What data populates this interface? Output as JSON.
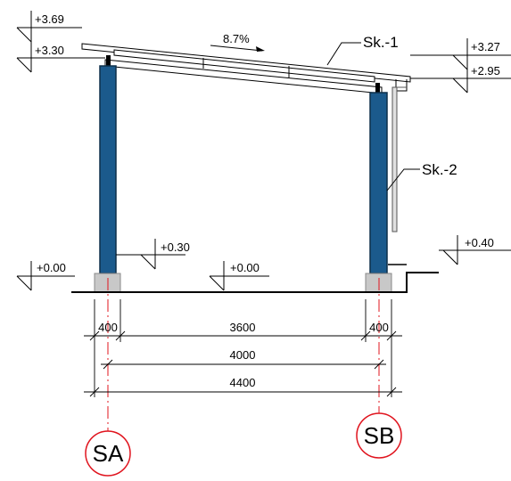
{
  "elevations": {
    "top_left": "+3.69",
    "beam_left": "+3.30",
    "top_right": "+3.27",
    "beam_right": "+2.95",
    "ground_left": "+0.00",
    "footing_top": "+0.30",
    "ground_mid": "+0.00",
    "ground_right": "+0.40"
  },
  "slope": "8.7%",
  "callouts": {
    "sk1": "Sk.-1",
    "sk2": "Sk.-2"
  },
  "dimensions": {
    "left_column": "400",
    "clear_span": "3600",
    "right_column": "400",
    "axis_span": "4000",
    "total_span": "4400"
  },
  "grid_axes": {
    "a": "SA",
    "b": "SB"
  },
  "colors": {
    "column": "#1b5a8c",
    "footing": "#c8c8c8",
    "axis": "#e0141e"
  }
}
